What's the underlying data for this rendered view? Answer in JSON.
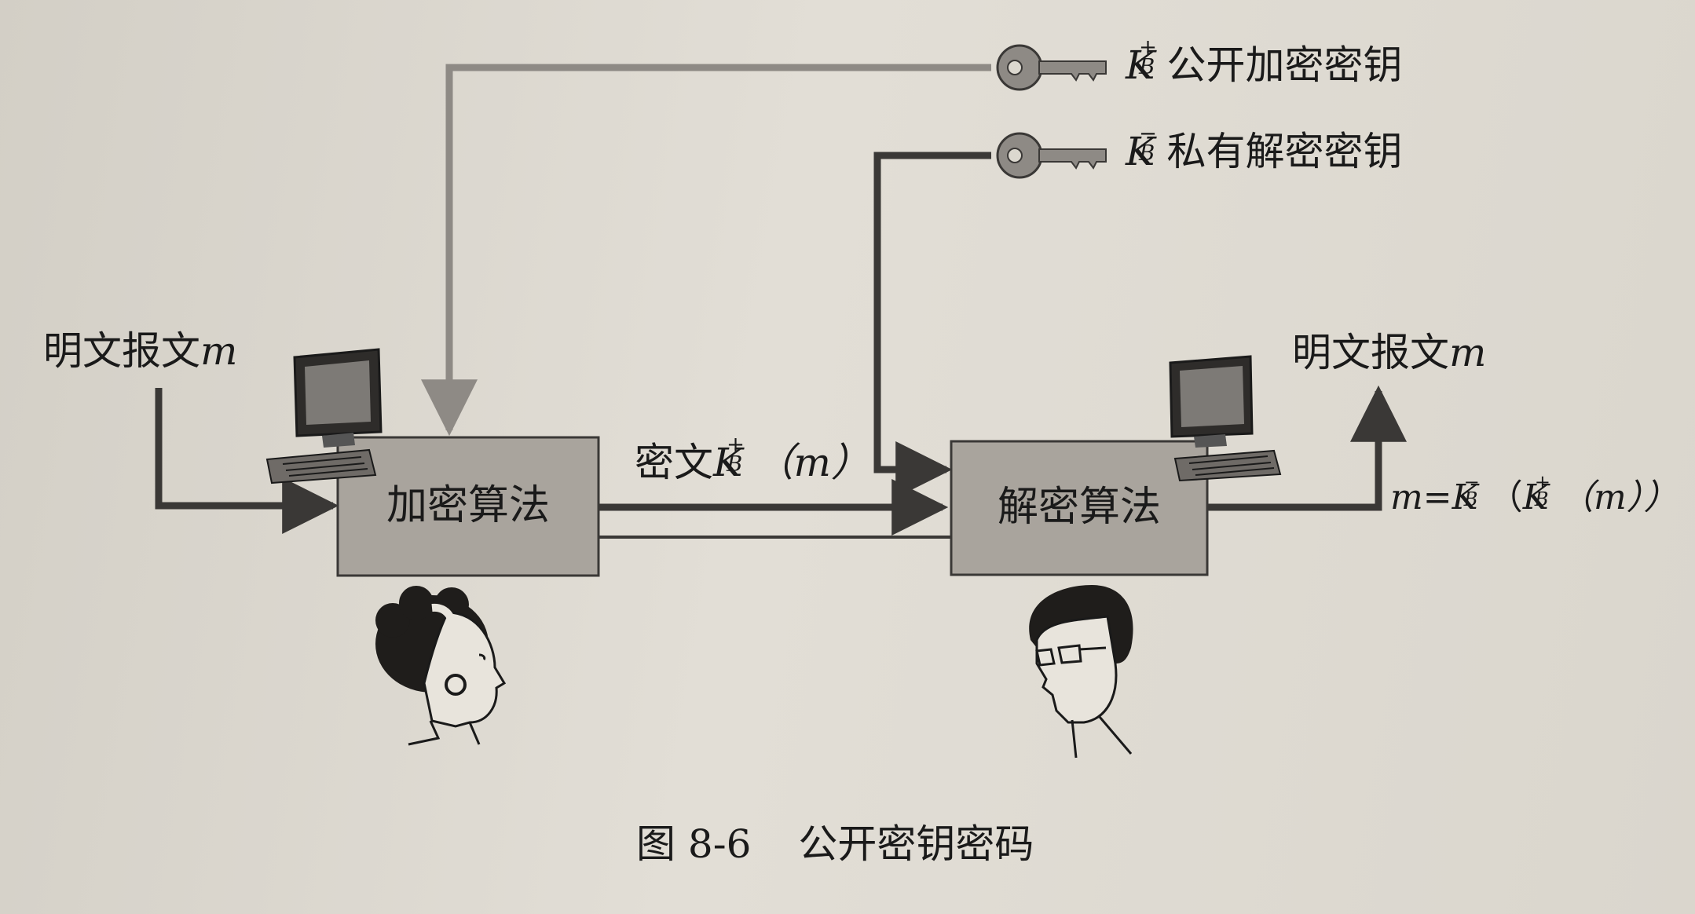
{
  "diagram": {
    "public_key_label": "公开加密密钥",
    "private_key_label": "私有解密密钥",
    "key_symbol": "K",
    "key_sub": "B",
    "key_plus": "+",
    "key_minus": "−",
    "plaintext_in": "明文报文",
    "plaintext_out": "明文报文",
    "msg_var": "m",
    "ciphertext_prefix": "密文",
    "ciphertext_arg": "（m）",
    "encrypt_box": "加密算法",
    "decrypt_box": "解密算法",
    "output_formula_prefix": "m=",
    "output_formula_mid": "（",
    "output_formula_end": "（m））"
  },
  "caption": {
    "figure_no": "图 8-6",
    "title": "公开密钥密码"
  },
  "colors": {
    "box_fill": "#a9a49d",
    "gray_arrow": "#8e8a85",
    "dark_arrow": "#3a3836"
  }
}
